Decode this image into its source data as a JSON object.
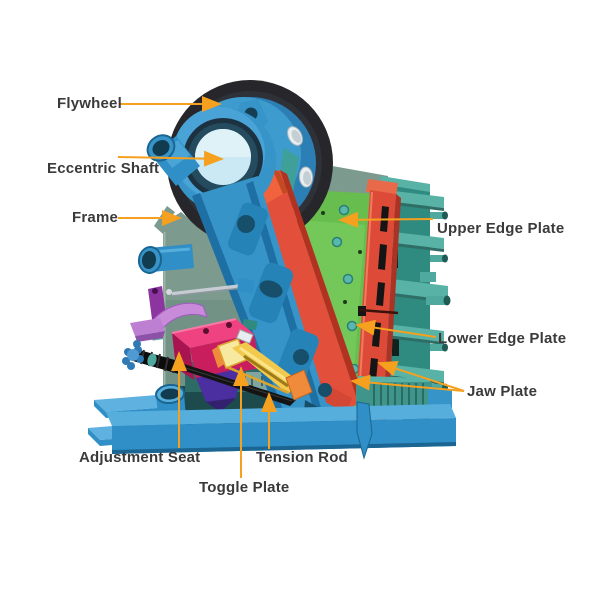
{
  "labels": {
    "flywheel": "Flywheel",
    "eccentric_shaft": "Eccentric Shaft",
    "frame": "Frame",
    "upper_edge_plate": "Upper Edge Plate",
    "lower_edge_plate": "Lower Edge Plate",
    "jaw_plate": "Jaw Plate",
    "adjustment_seat": "Adjustment Seat",
    "tension_rod": "Tension Rod",
    "toggle_plate": "Toggle Plate"
  },
  "colors": {
    "background": "#FFFFFF",
    "arrow": "#F5A01E",
    "label_text": "#3A3A3A",
    "machine_blue": "#3794C9",
    "frame_sage": "#7C9B8E",
    "teal_side": "#3F948B",
    "green_plate": "#67BE4E",
    "jaw_red": "#DD4B38",
    "pink_seat": "#C91E5E",
    "yellow_toggle": "#F2C94C",
    "purple_bracket": "#C78BD9",
    "rod_black": "#141414",
    "flywheel_dark": "#26262B",
    "shaft_pale": "#CBE9F4"
  }
}
